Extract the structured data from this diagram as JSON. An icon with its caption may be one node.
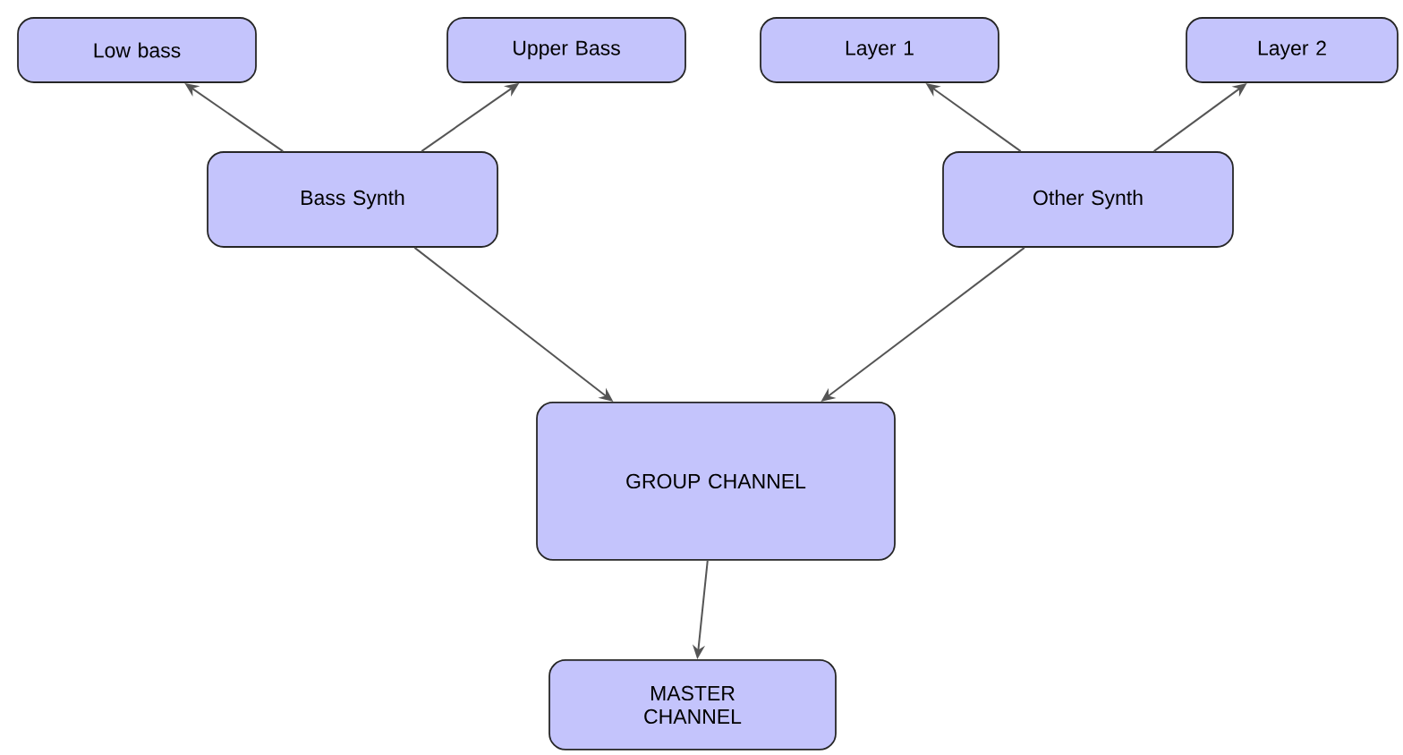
{
  "diagram": {
    "nodes": [
      {
        "text": [
          "Low bass"
        ]
      },
      {
        "text": [
          "Upper Bass"
        ]
      },
      {
        "text": [
          "Layer 1"
        ]
      },
      {
        "text": [
          "Layer 2"
        ]
      },
      {
        "text": [
          "Bass Synth"
        ]
      },
      {
        "text": [
          "Other Synth"
        ]
      },
      {
        "text": [
          "GROUP CHANNEL"
        ]
      },
      {
        "text": [
          "MASTER CHANNEL"
        ]
      }
    ],
    "edges": [
      {
        "from": 4,
        "to": 0,
        "arrow": "to"
      },
      {
        "from": 4,
        "to": 1,
        "arrow": "to"
      },
      {
        "from": 5,
        "to": 2,
        "arrow": "to"
      },
      {
        "from": 5,
        "to": 3,
        "arrow": "to"
      },
      {
        "from": 4,
        "to": 6,
        "arrow": "to"
      },
      {
        "from": 5,
        "to": 6,
        "arrow": "to"
      },
      {
        "from": 6,
        "to": 7,
        "arrow": "to"
      }
    ]
  }
}
